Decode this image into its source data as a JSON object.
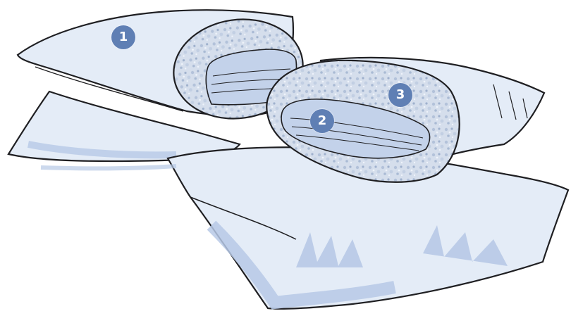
{
  "colors": {
    "badge": "#5f7fb4",
    "pillow_fill": "#e4ecf7",
    "pillow_shadow": "#b7c9e6",
    "foam": "#bccbe0",
    "core": "#c3d2ea",
    "outline": "#1f1f22"
  },
  "callouts": [
    {
      "number": "1"
    },
    {
      "number": "2"
    },
    {
      "number": "3"
    }
  ]
}
